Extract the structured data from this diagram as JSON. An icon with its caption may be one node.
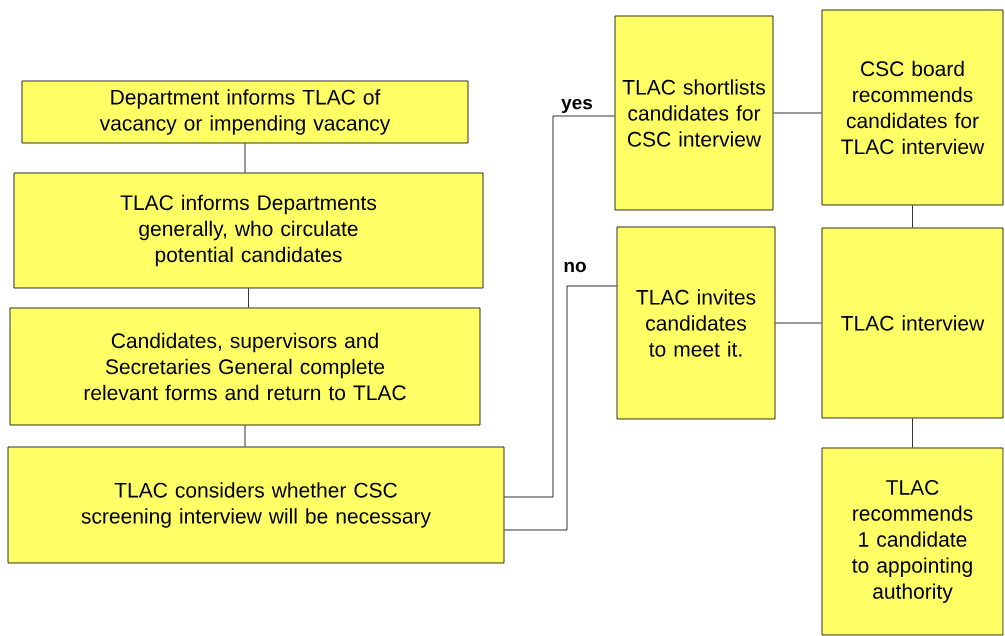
{
  "diagram": {
    "nodes": [
      {
        "text": [
          "Department informs TLAC of vacancy or impending vacancy"
        ]
      },
      {
        "text": [
          "TLAC informs Departments generally, who circulate potential candidates"
        ]
      },
      {
        "text": [
          "Candidates, supervisors and Secretaries General complete relevant forms and return to TLAC"
        ]
      },
      {
        "text": [
          "TLAC considers whether CSC screening interview will be necessary"
        ]
      },
      {
        "text": [
          "TLAC shortlists candidates for CSC interview"
        ]
      },
      {
        "text": [
          "TLAC invites candidates to meet it."
        ]
      },
      {
        "text": [
          "CSC board recommends candidates for TLAC interview"
        ]
      },
      {
        "text": [
          "TLAC interview"
        ]
      },
      {
        "text": [
          "TLAC recommends 1 candidate to appointing authority"
        ]
      }
    ],
    "edges": [
      {
        "from": 0,
        "to": 1,
        "arrow": "none"
      },
      {
        "from": 1,
        "to": 2,
        "arrow": "none"
      },
      {
        "from": 2,
        "to": 3,
        "arrow": "none"
      },
      {
        "from": 3,
        "to": 4,
        "arrow": "none",
        "label": "yes"
      },
      {
        "from": 3,
        "to": 5,
        "arrow": "none",
        "label": "no"
      },
      {
        "from": 4,
        "to": 6,
        "arrow": "none"
      },
      {
        "from": 5,
        "to": 7,
        "arrow": "none"
      },
      {
        "from": 6,
        "to": 7,
        "arrow": "none"
      },
      {
        "from": 7,
        "to": 8,
        "arrow": "none"
      }
    ]
  }
}
